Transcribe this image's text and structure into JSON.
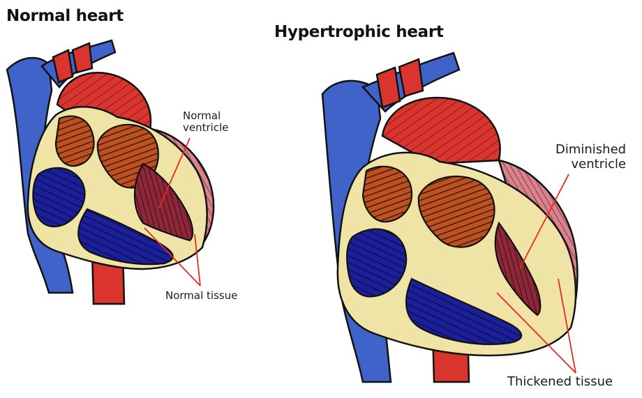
{
  "titles": {
    "normal": "Normal heart",
    "hypertrophic": "Hypertrophic heart"
  },
  "labels": {
    "normal_ventricle_line1": "Normal",
    "normal_ventricle_line2": "ventricle",
    "normal_tissue": "Normal tissue",
    "diminished_line1": "Diminished",
    "diminished_line2": "ventricle",
    "thickened_tissue": "Thickened tissue"
  },
  "colors": {
    "vein_blue": "#3f63c9",
    "deep_blue": "#1b1f9a",
    "artery_red": "#d9342e",
    "atrium_orange": "#c2501f",
    "ventricle_maroon": "#8e2738",
    "tissue_cream": "#efe3a6",
    "wall_pink": "#d9838c",
    "leader_line": "#e8281f"
  }
}
